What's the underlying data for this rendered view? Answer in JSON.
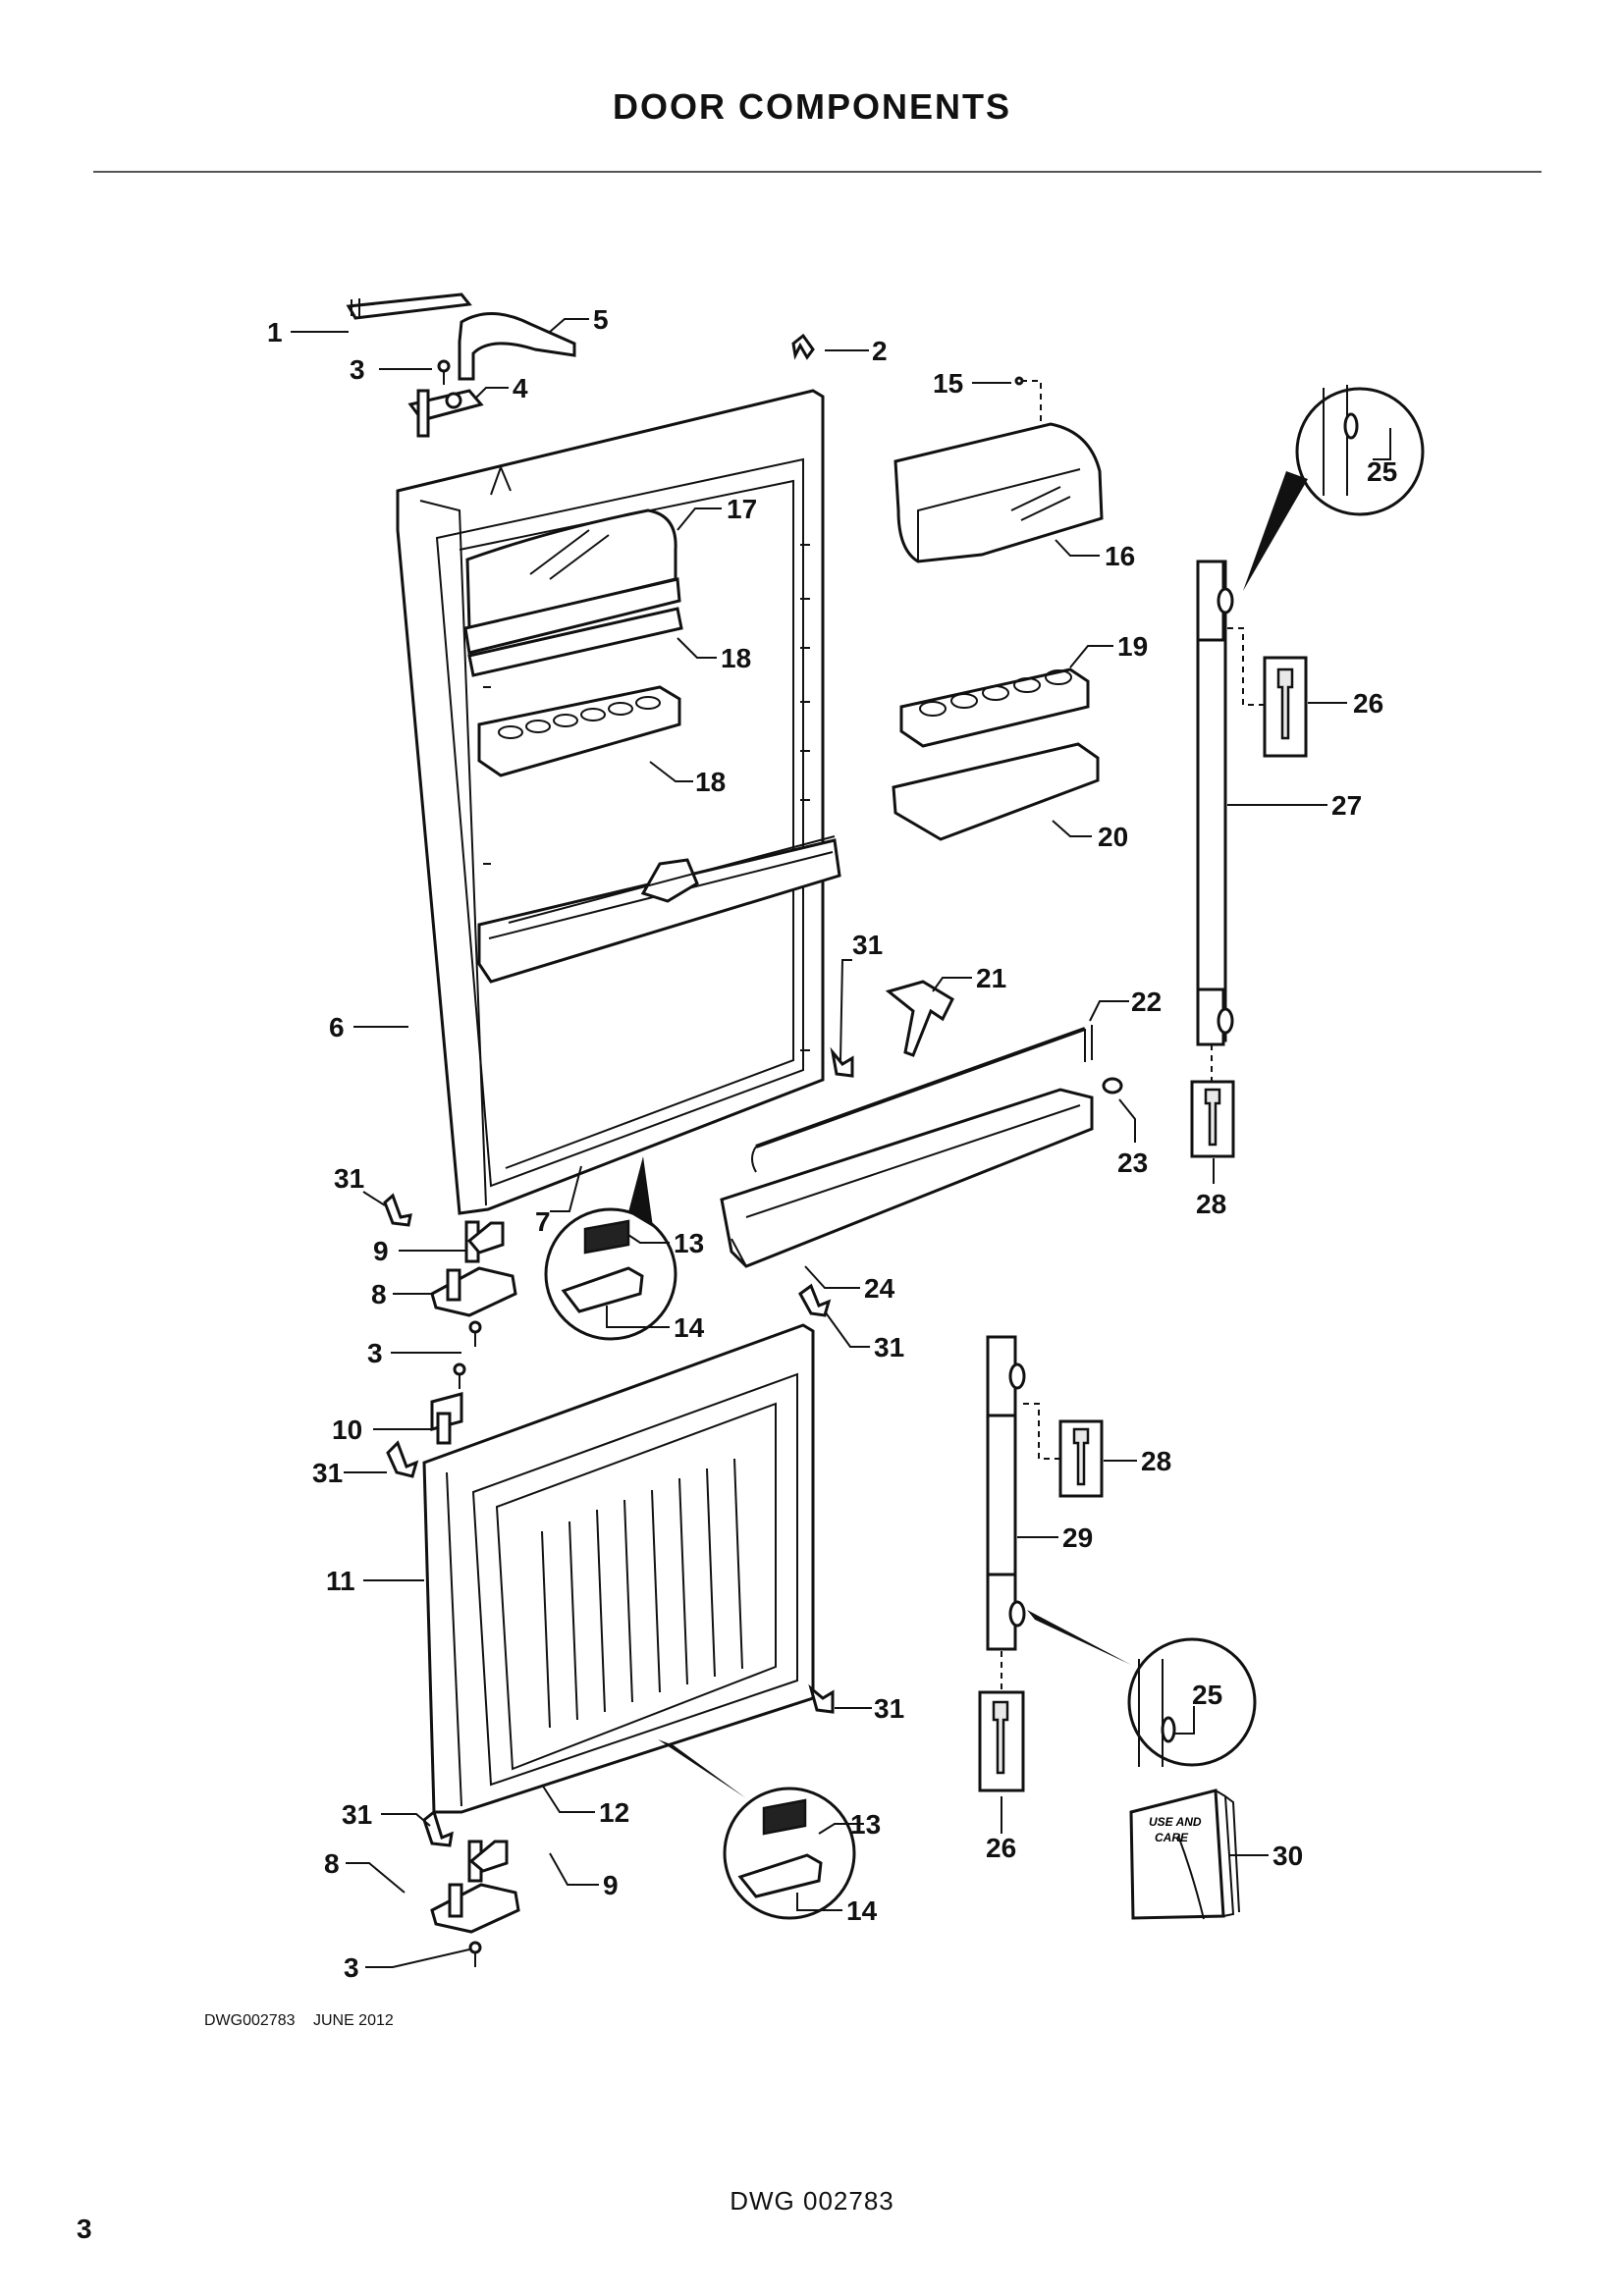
{
  "title": "DOOR COMPONENTS",
  "drawing_id": "DWG002783",
  "drawing_date": "JUNE 2012",
  "footer_code": "DWG 002783",
  "page_number": "3",
  "booklet_text": [
    "USE AND",
    "CARE"
  ],
  "callouts": [
    {
      "label": "1"
    },
    {
      "label": "5"
    },
    {
      "label": "3"
    },
    {
      "label": "4"
    },
    {
      "label": "2"
    },
    {
      "label": "15"
    },
    {
      "label": "17"
    },
    {
      "label": "16"
    },
    {
      "label": "25"
    },
    {
      "label": "18"
    },
    {
      "label": "19"
    },
    {
      "label": "18"
    },
    {
      "label": "26"
    },
    {
      "label": "27"
    },
    {
      "label": "20"
    },
    {
      "label": "31"
    },
    {
      "label": "21"
    },
    {
      "label": "22"
    },
    {
      "label": "6"
    },
    {
      "label": "23"
    },
    {
      "label": "28"
    },
    {
      "label": "31"
    },
    {
      "label": "7"
    },
    {
      "label": "13"
    },
    {
      "label": "9"
    },
    {
      "label": "24"
    },
    {
      "label": "8"
    },
    {
      "label": "14"
    },
    {
      "label": "3"
    },
    {
      "label": "31"
    },
    {
      "label": "10"
    },
    {
      "label": "28"
    },
    {
      "label": "31"
    },
    {
      "label": "29"
    },
    {
      "label": "11"
    },
    {
      "label": "25"
    },
    {
      "label": "31"
    },
    {
      "label": "31"
    },
    {
      "label": "12"
    },
    {
      "label": "13"
    },
    {
      "label": "26"
    },
    {
      "label": "30"
    },
    {
      "label": "8"
    },
    {
      "label": "9"
    },
    {
      "label": "14"
    },
    {
      "label": "3"
    }
  ]
}
